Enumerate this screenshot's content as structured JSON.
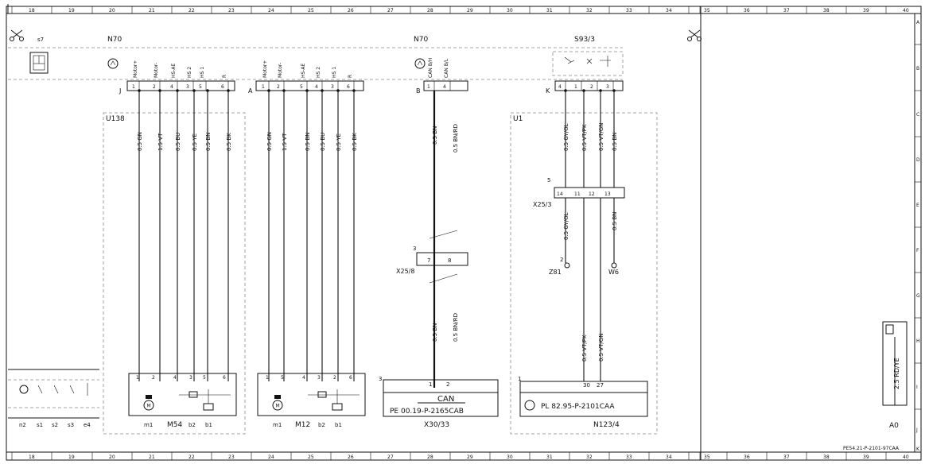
{
  "grid": {
    "columns": [
      "18",
      "19",
      "20",
      "21",
      "22",
      "23",
      "24",
      "25",
      "26",
      "27",
      "28",
      "29",
      "30",
      "31",
      "32",
      "33",
      "34",
      "35",
      "36",
      "37",
      "38",
      "39",
      "40"
    ],
    "rows": [
      "A",
      "B",
      "C",
      "D",
      "E",
      "F",
      "G",
      "H",
      "I",
      "J",
      "K"
    ]
  },
  "modules": {
    "n70_left": "N70",
    "n70_right": "N70",
    "s93": "S93/3",
    "s7_label": "s7"
  },
  "connectors": {
    "J": "J",
    "A": "A",
    "B": "B",
    "K": "K",
    "j_pins": [
      "1",
      "2",
      "4",
      "3",
      "5",
      "6"
    ],
    "j_signals": [
      "Motor+",
      "Motor-",
      "HS-AE",
      "HS 2",
      "HS 1",
      "R"
    ],
    "a_pins": [
      "1",
      "2",
      "5",
      "4",
      "3",
      "6"
    ],
    "a_signals": [
      "Motor+",
      "Motor-",
      "HS-AE",
      "HS 2",
      "HS 1",
      "R"
    ],
    "b_pins": [
      "1",
      "4"
    ],
    "b_signals": [
      "CAN B/H",
      "CAN B/L"
    ],
    "k_pins": [
      "4",
      "1",
      "2",
      "3"
    ]
  },
  "blocks": {
    "u138": "U138",
    "u1": "U1",
    "x25_3": "X25/3",
    "x25_3_num": "5",
    "x25_3_pins": [
      "14",
      "11",
      "12",
      "13"
    ],
    "x25_8": "X25/8",
    "x25_8_num": "3",
    "x25_8_pins": [
      "7",
      "8"
    ],
    "z81": "Z81",
    "z81_num": "2",
    "w6": "W6",
    "x30_33": "X30/33",
    "x30_33_num": "3",
    "x30_33_pins": [
      "1",
      "2"
    ],
    "can_label": "CAN",
    "pe_left": "PE 00.19-P-2165CAB",
    "n123": "N123/4",
    "n123_num": "1",
    "n123_pins": [
      "30",
      "27"
    ],
    "pe_right": "PL 82.95-P-2101CAA",
    "m54": "M54",
    "m12": "M12",
    "m54_pins": [
      "1",
      "2",
      "4",
      "3",
      "5",
      "6"
    ],
    "m12_pins": [
      "1",
      "5",
      "4",
      "3",
      "2",
      "6"
    ],
    "m54_parts": [
      "m1",
      "b2",
      "b1"
    ],
    "m12_parts": [
      "m1",
      "b2",
      "b1"
    ],
    "legend_items": [
      "n2",
      "s1",
      "s2",
      "s3",
      "e4"
    ],
    "wire_a0": "2.5 RD/YE",
    "a0": "A0",
    "doc_code": "PE54.21-P-2101-97CAA"
  },
  "wires_left": [
    "0.5 GN",
    "1.5 VT",
    "0.5 BU",
    "0.5 YE",
    "0.5 BN",
    "0.5 BK"
  ],
  "wires_mid": [
    "0.5 GN",
    "1.5 VT",
    "0.5 BN",
    "0.5 BU",
    "0.5 YE",
    "0.5 BK"
  ],
  "wires_can_top": [
    "0.5 BN",
    "0.5 BN/RD"
  ],
  "wires_can_bot": [
    "0.5 BN",
    "0.5 BN/RD"
  ],
  "wires_k_top": [
    "0.5 GY/OL",
    "0.5 VT/PK",
    "0.5 VT/GN",
    "0.5 BN"
  ],
  "wires_k_mid": [
    "0.5 GY/OL",
    "0.5 BN"
  ],
  "wires_k_bot": [
    "0.5 VT/PK",
    "0.5 VT/GN"
  ],
  "colors": {
    "line": "#111111",
    "dashed": "#888888",
    "background": "#ffffff"
  }
}
